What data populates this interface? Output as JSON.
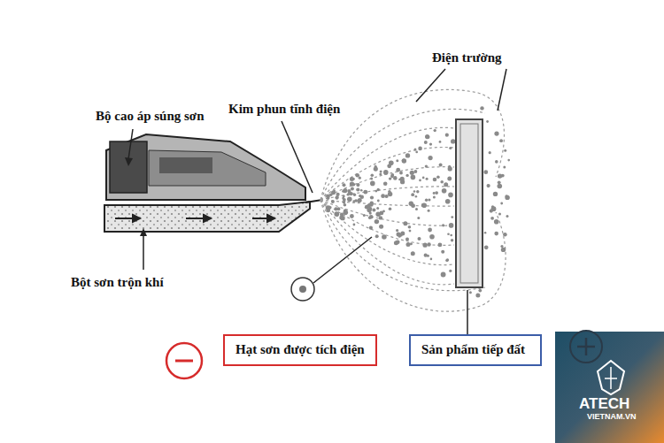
{
  "diagram": {
    "nodes": [
      {
        "text": [
          "Hạt sơn được tích điện"
        ]
      },
      {
        "text": [
          "Sản phẩm tiếp đất"
        ]
      }
    ],
    "labels": [
      "Bộ cao áp súng sơn",
      "Kim phun tĩnh điện",
      "Điện trường",
      "Bột sơn trộn khí",
      "ATECH",
      "VIETNAM.VN"
    ]
  }
}
